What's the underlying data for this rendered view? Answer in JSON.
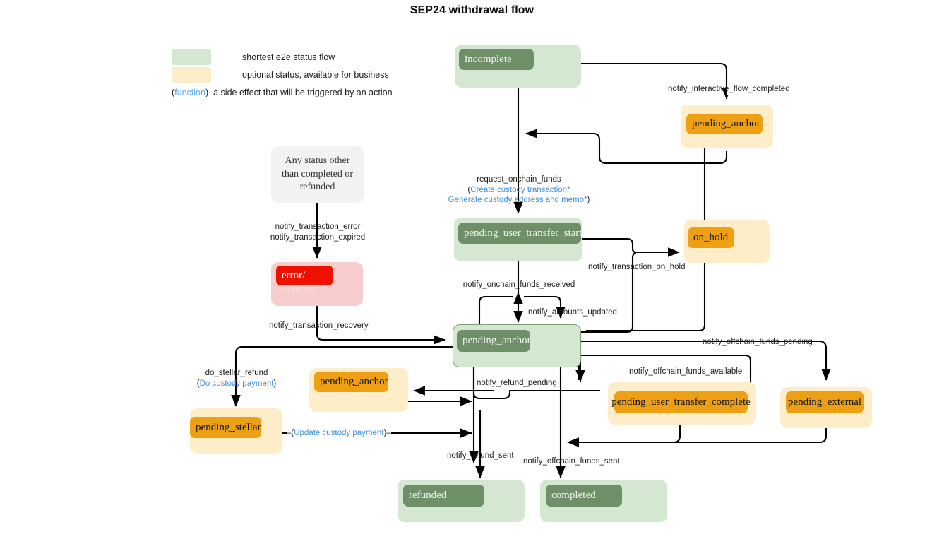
{
  "title": "SEP24 withdrawal flow",
  "legend": {
    "items": [
      {
        "swatch_color": "#d4e7d0",
        "label": "shortest e2e status flow"
      },
      {
        "swatch_color": "#fdeec9",
        "label": "optional status, available for business"
      }
    ],
    "function_note": {
      "prefix": "(",
      "fn": "function",
      "suffix": ")",
      "text": "a side effect that will be triggered by an action"
    }
  },
  "colors": {
    "green_outer": "#d4e7d0",
    "green_chip": "#6f8f68",
    "cream_outer": "#fdeec9",
    "orange_chip": "#eda013",
    "pink_outer": "#f7cdcd",
    "red_chip": "#ee1100",
    "gray_outer": "#f2f2f2",
    "function_blue": "#3f8fe0",
    "edge": "#000000"
  },
  "nodes": [
    {
      "id": "incomplete",
      "label": "incomplete",
      "kind": "green"
    },
    {
      "id": "pending_anchor_top",
      "label": "pending_anchor",
      "kind": "cream"
    },
    {
      "id": "any_status",
      "label": "Any status other than completed or refunded",
      "kind": "gray"
    },
    {
      "id": "error_expired",
      "label": "error/",
      "label2": "expired",
      "kind": "pink"
    },
    {
      "id": "pending_user_transfer_start",
      "label": "pending_user_transfer_start",
      "kind": "green"
    },
    {
      "id": "on_hold",
      "label": "on_hold",
      "kind": "cream"
    },
    {
      "id": "pending_anchor_center",
      "label": "pending_anchor",
      "kind": "green-bordered"
    },
    {
      "id": "pending_anchor_refund",
      "label": "pending_anchor",
      "kind": "cream"
    },
    {
      "id": "pending_stellar",
      "label": "pending_stellar",
      "kind": "cream"
    },
    {
      "id": "pending_user_transfer_complete",
      "label": "pending_user_transfer_complete",
      "kind": "cream"
    },
    {
      "id": "pending_external",
      "label": "pending_external",
      "kind": "cream"
    },
    {
      "id": "refunded",
      "label": "refunded",
      "kind": "green"
    },
    {
      "id": "completed",
      "label": "completed",
      "kind": "green"
    }
  ],
  "edge_labels": {
    "notify_interactive_flow_completed": "notify_interactive_flow_completed",
    "request_onchain_funds": "request_onchain_funds",
    "create_custody_transaction": "Create custody transaction*",
    "generate_custody_address": "Generate custody address and memo*",
    "notify_transaction_error": "notify_transaction_error",
    "notify_transaction_expired": "notify_transaction_expired",
    "notify_transaction_recovery": "notify_transaction_recovery",
    "notify_onchain_funds_received": "notify_onchain_funds_received",
    "notify_amounts_updated": "notify_amounts_updated",
    "notify_transaction_on_hold": "notify_transaction_on_hold",
    "notify_offchain_funds_pending": "notify_offchain_funds_pending",
    "notify_offchain_funds_available": "notify_offchain_funds_available",
    "do_stellar_refund": "do_stellar_refund",
    "do_custody_payment": "Do custody payment",
    "update_custody_payment": "Update custody payment",
    "notify_refund_pending": "notify_refund_pending",
    "notify_refund_sent": "notify_refund_sent",
    "notify_offchain_funds_sent": "notify_offchain_funds_sent"
  }
}
